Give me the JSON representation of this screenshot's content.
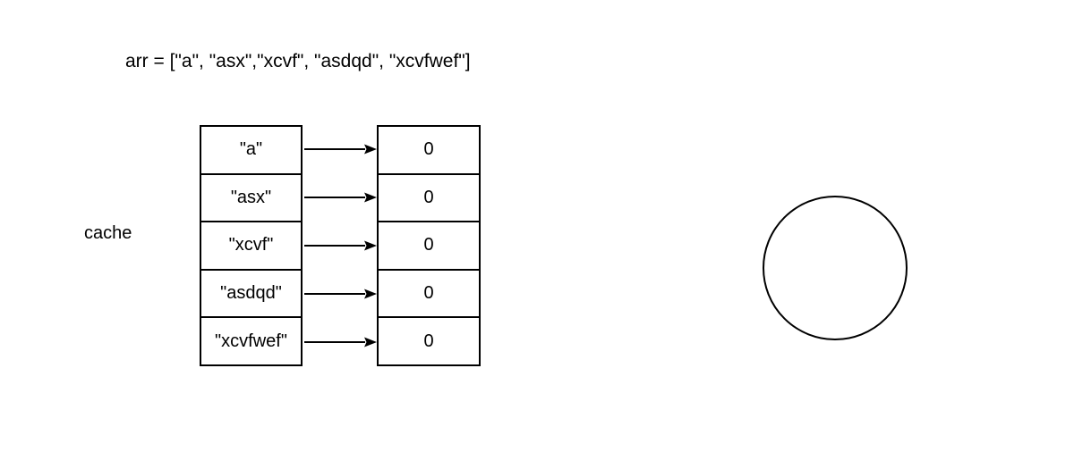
{
  "header": {
    "text": "arr = [\"a\", \"asx\",\"xcvf\", \"asdqd\", \"xcvfwef\"]"
  },
  "cache": {
    "label": "cache",
    "keys": [
      "\"a\"",
      "\"asx\"",
      "\"xcvf\"",
      "\"asdqd\"",
      "\"xcvfwef\""
    ],
    "values": [
      "0",
      "0",
      "0",
      "0",
      "0"
    ]
  },
  "circle": {
    "label": ""
  },
  "colors": {
    "stroke": "#000000",
    "fill": "#ffffff",
    "text": "#000000"
  }
}
